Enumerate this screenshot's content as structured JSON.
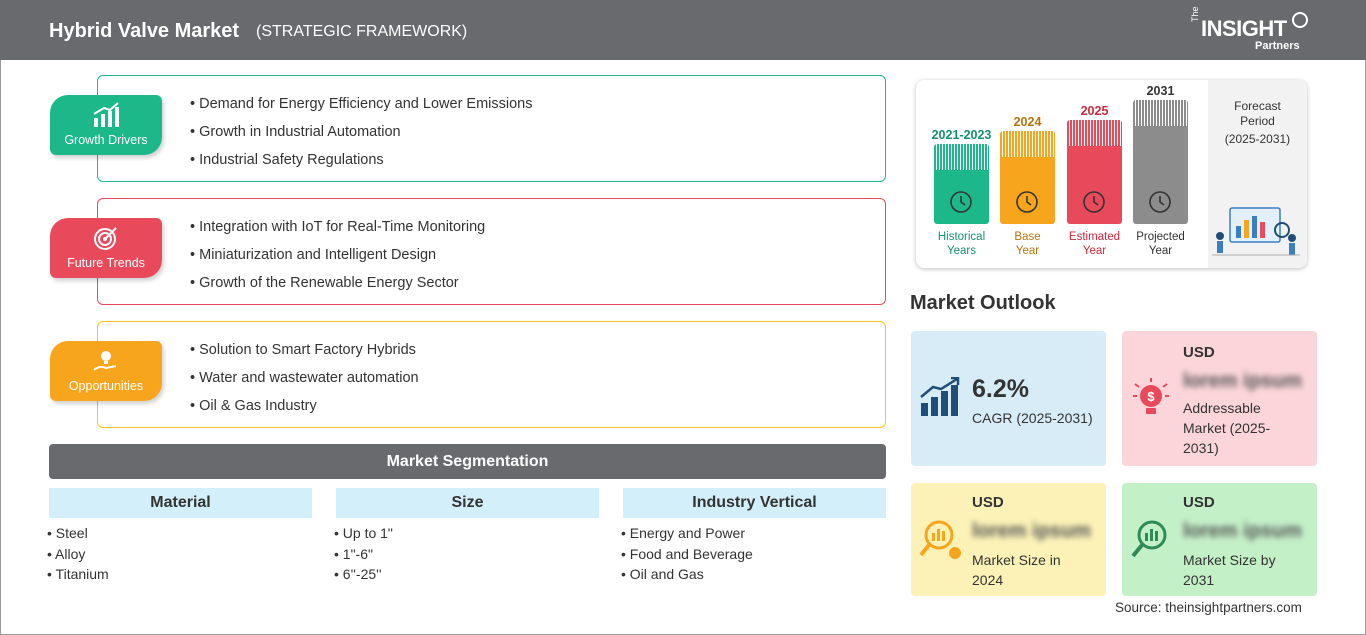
{
  "header": {
    "title": "Hybrid Valve Market",
    "subtitle": "(STRATEGIC FRAMEWORK)"
  },
  "logo": {
    "the": "The",
    "insight": "INSIGHT",
    "partners": "Partners"
  },
  "cards": [
    {
      "label": "Growth Drivers",
      "icon": "growth-chart-icon",
      "color": "#1db88a",
      "items": [
        "Demand for Energy Efficiency and Lower Emissions",
        "Growth in Industrial Automation",
        "Industrial Safety Regulations"
      ]
    },
    {
      "label": "Future Trends",
      "icon": "target-icon",
      "color": "#e94a5b",
      "items": [
        "Integration with IoT for Real-Time Monitoring",
        "Miniaturization and Intelligent Design",
        "Growth of the Renewable Energy Sector"
      ]
    },
    {
      "label": "Opportunities",
      "icon": "lightbulb-hand-icon",
      "color": "#f7a51c",
      "items": [
        "Solution to Smart Factory Hybrids",
        "Water and wastewater automation",
        "Oil & Gas Industry"
      ]
    }
  ],
  "segmentation": {
    "title": "Market Segmentation",
    "columns": [
      {
        "title": "Material",
        "items": [
          "Steel",
          "Alloy",
          "Titanium"
        ]
      },
      {
        "title": "Size",
        "items": [
          "Up to 1\"",
          "1\"-6\"",
          "6''-25''"
        ]
      },
      {
        "title": "Industry Vertical",
        "items": [
          "Energy and Power",
          "Food and Beverage",
          "Oil and Gas"
        ]
      }
    ]
  },
  "timeline": {
    "bars": [
      {
        "year": "2021-2023",
        "caption1": "Historical",
        "caption2": "Years",
        "color": "#1db88a",
        "icon": "history-icon"
      },
      {
        "year": "2024",
        "caption1": "Base",
        "caption2": "Year",
        "color": "#f7a51c",
        "icon": "calendar-icon"
      },
      {
        "year": "2025",
        "caption1": "Estimated",
        "caption2": "Year",
        "color": "#e94a5b",
        "icon": "gears-icon"
      },
      {
        "year": "2031",
        "caption1": "Projected",
        "caption2": "Year",
        "color": "#8c8c8c",
        "icon": "presentation-icon"
      }
    ],
    "forecast": {
      "line1": "Forecast",
      "line2": "Period",
      "line3": "(2025-2031)"
    }
  },
  "outlook": {
    "title": "Market Outlook",
    "cagr": {
      "value": "6.2%",
      "label": "CAGR (2025-2031)",
      "bg": "#d8ecf8"
    },
    "addressable": {
      "usd": "USD",
      "blurred": "lorem ipsum",
      "desc1": "Addressable",
      "desc2": "Market (2025-",
      "desc3": "2031)",
      "bg": "#fbd5da"
    },
    "size2024": {
      "usd": "USD",
      "blurred": "lorem ipsum",
      "desc1": "Market Size in",
      "desc2": "2024",
      "bg": "#fcf2b8"
    },
    "size2031": {
      "usd": "USD",
      "blurred": "lorem ipsum",
      "desc1": "Market Size by",
      "desc2": "2031",
      "bg": "#c4f0c8"
    }
  },
  "source": "Source: theinsightpartners.com"
}
